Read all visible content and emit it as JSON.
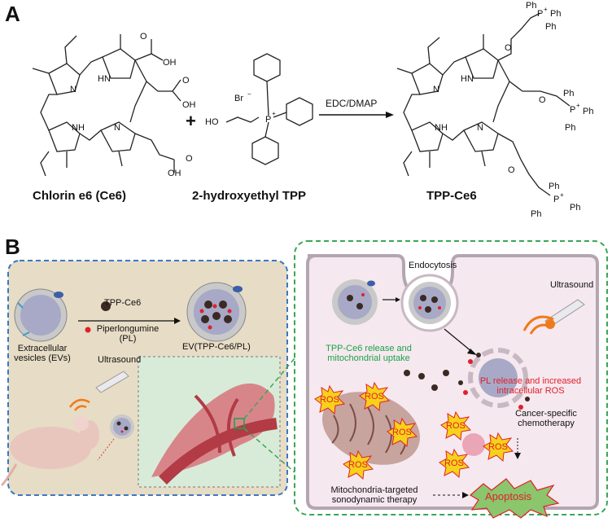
{
  "panel_a": {
    "letter": "A",
    "compound1_name": "Chlorin e6 (Ce6)",
    "compound2_name": "2-hydroxyethyl TPP",
    "product_name": "TPP-Ce6",
    "reagent": "EDC/DMAP",
    "plus": "+",
    "atoms": {
      "N": "N",
      "HN": "HN",
      "NH": "NH",
      "OH": "OH",
      "O": "O",
      "HO": "HO",
      "Br": "Br",
      "P": "P",
      "Ph": "Ph",
      "minus": "−",
      "plus": "+"
    }
  },
  "panel_b": {
    "letter": "B",
    "left_box": {
      "tpp_ce6": "TPP-Ce6",
      "pl_line1": "Piperlongumine",
      "pl_line2": "(PL)",
      "ev_line1": "Extracellular",
      "ev_line2": "vesicles (EVs)",
      "ev_product": "EV(TPP-Ce6/PL)",
      "ultrasound": "Ultrasound"
    },
    "right_box": {
      "endocytosis": "Endocytosis",
      "ultrasound": "Ultrasound",
      "release_line1": "TPP-Ce6 release and",
      "release_line2": "mitochondrial uptake",
      "pl_line1": "PL release and increased",
      "pl_line2": "intracellular ROS",
      "chemo_line1": "Cancer-specific",
      "chemo_line2": "chemotherapy",
      "sdt_line1": "Mitochondria-targeted",
      "sdt_line2": "sonodynamic therapy",
      "ros": "ROS",
      "apoptosis": "Apoptosis"
    },
    "colors": {
      "left_border": "#3a78c2",
      "right_border": "#3aa655",
      "left_fill": "#e7dcc5",
      "right_fill": "#f6e8ef",
      "green_text": "#1aa34a",
      "red_text": "#e0202a",
      "ros_fill": "#f7d11a"
    }
  }
}
